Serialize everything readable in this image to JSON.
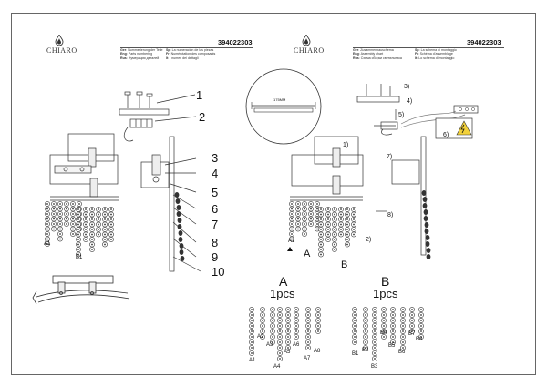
{
  "left_panel": {
    "brand": "CHIARO",
    "product_code": "394022303",
    "header_lines": [
      {
        "lang": "Ger",
        "text": "Nummerierung der Teile"
      },
      {
        "lang": "Eng",
        "text": "Parts numbering"
      },
      {
        "lang": "Rus",
        "text": "Нумерация деталей"
      }
    ],
    "header_lines_right": [
      {
        "lang": "Sp",
        "text": "La numeración de las piezas"
      },
      {
        "lang": "Fr",
        "text": "Numérotation des composants"
      },
      {
        "lang": "It",
        "text": "I numeri dei dettagli"
      }
    ],
    "part_numbers": [
      "1",
      "2",
      "3",
      "4",
      "5",
      "6",
      "7",
      "8",
      "9",
      "10"
    ],
    "pendant_labels": [
      "A1",
      "B1"
    ]
  },
  "right_panel": {
    "brand": "CHIARO",
    "product_code": "394022303",
    "header_lines": [
      {
        "lang": "Ger",
        "text": "Zusammenbauschema"
      },
      {
        "lang": "Eng",
        "text": "Assembly chart"
      },
      {
        "lang": "Rus",
        "text": "Схема сборки светильника"
      }
    ],
    "header_lines_right": [
      {
        "lang": "Sp",
        "text": "La schema di montaggio"
      },
      {
        "lang": "Fr",
        "text": "Schéma d'assemblage"
      },
      {
        "lang": "It",
        "text": "Lo schema di montaggio"
      }
    ],
    "zoom_measurement": "175MM",
    "step_labels": [
      "1)",
      "2)",
      "3)",
      "4)",
      "5)",
      "6)",
      "7)",
      "8)"
    ],
    "pendant_labels": [
      "A1",
      "A",
      "B"
    ]
  },
  "set_a": {
    "letter": "A",
    "count": "1pcs",
    "labels": [
      "A1",
      "A2",
      "A3",
      "A4",
      "A5",
      "A6",
      "A7",
      "A8"
    ]
  },
  "set_b": {
    "letter": "B",
    "count": "1pcs",
    "labels": [
      "B1",
      "B2",
      "B3",
      "B4",
      "B5",
      "B6",
      "B7",
      "B8"
    ]
  },
  "colors": {
    "ink": "#222222",
    "frame": "#666666",
    "warning_yellow": "#f2d13a",
    "bead_fill": "#ffffff"
  }
}
